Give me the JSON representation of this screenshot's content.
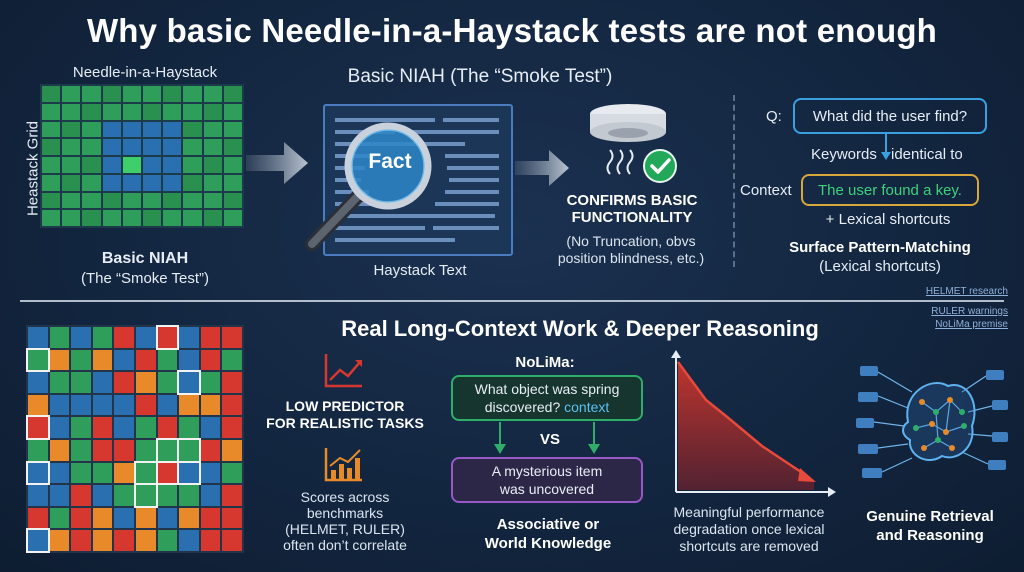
{
  "title": "Why basic Needle-in-a-Haystack tests are not enough",
  "top": {
    "grid_title": "Needle-in-a-Haystack",
    "grid_ylabel": "Heastack Grid",
    "grid_caption_1": "Basic NIAH",
    "grid_caption_2": "(The “Smoke Test”)",
    "section_title": "Basic NIAH (The “Smoke Test”)",
    "magnifier_text": "Fact",
    "haystack_label": "Haystack Text",
    "confirms_1": "CONFIRMS BASIC",
    "confirms_2": "FUNCTIONALITY",
    "confirms_sub_1": "(No Truncation, obvs",
    "confirms_sub_2": "position blindness, etc.)",
    "q_label": "Q:",
    "q_text": "What did the user find?",
    "keywords_1": "Keywords",
    "keywords_2": "identical to",
    "context_label": "Context",
    "context_text": "The user found a key.",
    "lexical": "+ Lexical shortcuts",
    "surface_1": "Surface Pattern-Matching",
    "surface_2": "(Lexical shortcuts)",
    "refs": [
      "HELMET research",
      "RULER warnings",
      "NoLiMa premise"
    ]
  },
  "bottom": {
    "section_title": "Real Long-Context Work & Deeper Reasoning",
    "low_1": "LOW PREDICTOR",
    "low_2": "FOR REALISTIC TASKS",
    "scores_1": "Scores across",
    "scores_2": "benchmarks",
    "scores_3": "(HELMET, RULER)",
    "scores_4": "often don’t correlate",
    "nolima_title": "NoLiMa:",
    "nolima_q_1": "What object was spring",
    "nolima_q_2a": "discovered?",
    "nolima_q_2b": "context",
    "vs": "VS",
    "nolima_a_1": "A mysterious item",
    "nolima_a_2": "was uncovered",
    "assoc_1": "Associative or",
    "assoc_2": "World Knowledge",
    "perf_1": "Meaningful performance",
    "perf_2": "degradation once lexical",
    "perf_3": "shortcuts are removed",
    "genuine_1": "Genuine Retrieval",
    "genuine_2": "and Reasoning"
  },
  "colors": {
    "green": "#2f9e5a",
    "blue": "#2a6fb0",
    "red": "#d6372f",
    "orange": "#e88a2a",
    "accent_blue": "#3aa0e0",
    "confirm_green": "#23a85a"
  }
}
